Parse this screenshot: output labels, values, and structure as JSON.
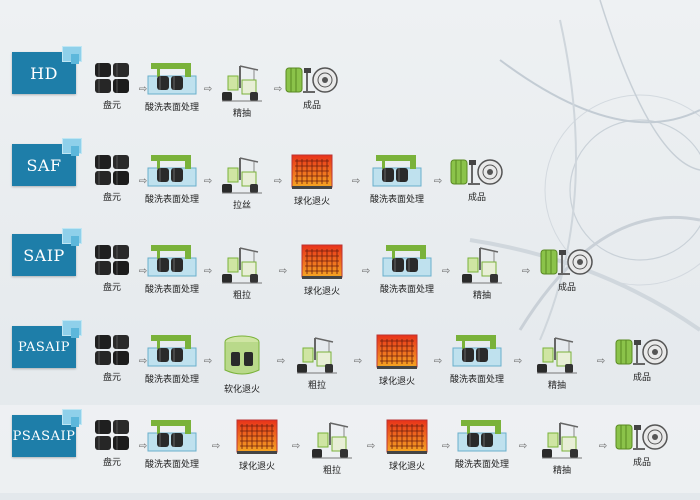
{
  "rows": [
    {
      "label": "HD",
      "steps": [
        "盘元",
        "酸洗表面处理",
        "精抽",
        "成品"
      ]
    },
    {
      "label": "SAF",
      "steps": [
        "盘元",
        "酸洗表面处理",
        "拉丝",
        "球化退火",
        "酸洗表面处理",
        "成品"
      ]
    },
    {
      "label": "SAIP",
      "steps": [
        "盘元",
        "酸洗表面处理",
        "粗拉",
        "球化退火",
        "酸洗表面处理",
        "精抽",
        "成品"
      ]
    },
    {
      "label": "PASAIP",
      "steps": [
        "盘元",
        "酸洗表面处理",
        "软化退火",
        "粗拉",
        "球化退火",
        "酸洗表面处理",
        "精抽",
        "成品"
      ]
    },
    {
      "label": "PSASAIP",
      "steps": [
        "盘元",
        "酸洗表面处理",
        "球化退火",
        "粗拉",
        "球化退火",
        "酸洗表面处理",
        "精抽",
        "成品"
      ]
    }
  ],
  "arrow_glyph": "⇨",
  "colors": {
    "label_bg": "#1e7ea9",
    "machine_green": "#7ab23a",
    "furnace_orange": "#e24a1e"
  }
}
